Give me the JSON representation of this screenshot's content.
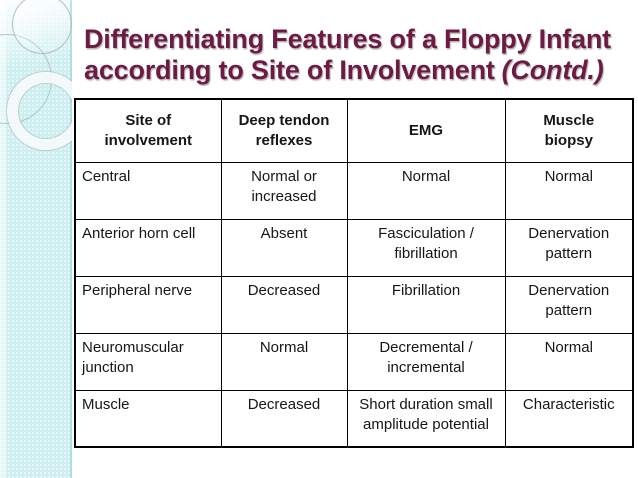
{
  "slide": {
    "title": {
      "line1": "Differentiating Features of a Floppy Infant",
      "line2": "according to Site of Involvement",
      "contd": "(Contd.)"
    },
    "colors": {
      "title_maroon": "#6e1b44",
      "sidebar_cyan": "#cdeff0",
      "table_border": "#000000",
      "background": "#ffffff"
    },
    "table": {
      "headers": [
        "Site of\ninvolvement",
        "Deep tendon\nreflexes",
        "EMG",
        "Muscle\nbiopsy"
      ],
      "rows": [
        {
          "cells": [
            "Central",
            "Normal or\nincreased",
            "Normal",
            "Normal"
          ]
        },
        {
          "cells": [
            "Anterior horn cell",
            "Absent",
            "Fasciculation /\nfibrillation",
            "Denervation\npattern"
          ]
        },
        {
          "cells": [
            "Peripheral nerve",
            "Decreased",
            "Fibrillation",
            "Denervation\npattern"
          ]
        },
        {
          "cells": [
            "Neuromuscular\njunction",
            "Normal",
            "Decremental /\nincremental",
            "Normal"
          ]
        },
        {
          "cells": [
            "Muscle",
            "Decreased",
            "Short duration small\namplitude potential",
            "Characteristic"
          ]
        }
      ]
    }
  }
}
